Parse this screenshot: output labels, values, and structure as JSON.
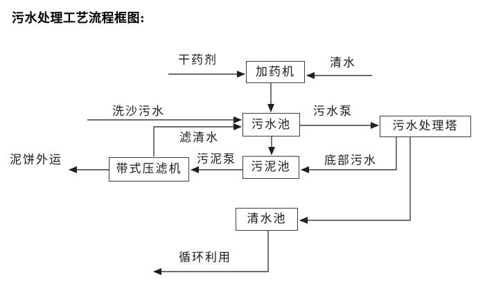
{
  "title": "污水处理工艺流程框图:",
  "diagram": {
    "type": "flowchart",
    "nodes": {
      "dosing_machine": {
        "label": "加药机"
      },
      "sewage_pool": {
        "label": "污水池"
      },
      "treatment_tower": {
        "label": "污水处理塔"
      },
      "sludge_pool": {
        "label": "污泥池"
      },
      "belt_filter_press": {
        "label": "带式压滤机"
      },
      "clean_water_pool": {
        "label": "清水池"
      }
    },
    "edge_labels": {
      "dry_agent": "干药剂",
      "clean_water": "清水",
      "sand_washing_sewage": "洗沙污水",
      "filtered_water": "滤清水",
      "sewage_pump": "污水泵",
      "bottom_sewage": "底部污水",
      "sludge_pump": "污泥泵",
      "mud_cake_transport": "泥饼外运",
      "recycling": "循环利用"
    },
    "flows": [
      {
        "from": "干药剂",
        "to": "加药机"
      },
      {
        "from": "清水",
        "to": "加药机"
      },
      {
        "from": "加药机",
        "to": "污水池"
      },
      {
        "from": "洗沙污水",
        "to": "污水池"
      },
      {
        "from": "带式压滤机",
        "to": "污水池",
        "via": "滤清水"
      },
      {
        "from": "污水池",
        "to": "污水处理塔",
        "via": "污水泵"
      },
      {
        "from": "污水池",
        "to": "污泥池"
      },
      {
        "from": "污水处理塔",
        "to": "污泥池",
        "via": "底部污水"
      },
      {
        "from": "污水处理塔",
        "to": "清水池"
      },
      {
        "from": "污泥池",
        "to": "带式压滤机",
        "via": "污泥泵"
      },
      {
        "from": "带式压滤机",
        "to": "泥饼外运"
      },
      {
        "from": "清水池",
        "to": "循环利用"
      }
    ],
    "colors": {
      "line": "#3a3a3a",
      "text": "#1a1a1a",
      "background": "#ffffff"
    }
  }
}
